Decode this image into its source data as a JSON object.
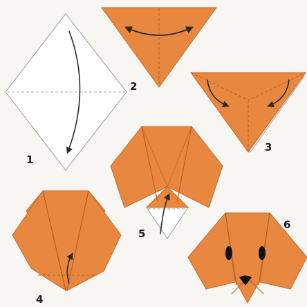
{
  "colors": {
    "paper": "#e8873f",
    "paper_edge": "#c56a2a",
    "white_side": "#ffffff",
    "line": "#2a2a2a",
    "fold_line": "#b9b9b9",
    "background": "#f7f6f3"
  },
  "steps": [
    {
      "number": "1"
    },
    {
      "number": "2"
    },
    {
      "number": "3"
    },
    {
      "number": "4"
    },
    {
      "number": "5"
    },
    {
      "number": "6"
    }
  ],
  "icons": [
    "fold-arrow-icon",
    "dog-face-icon"
  ]
}
